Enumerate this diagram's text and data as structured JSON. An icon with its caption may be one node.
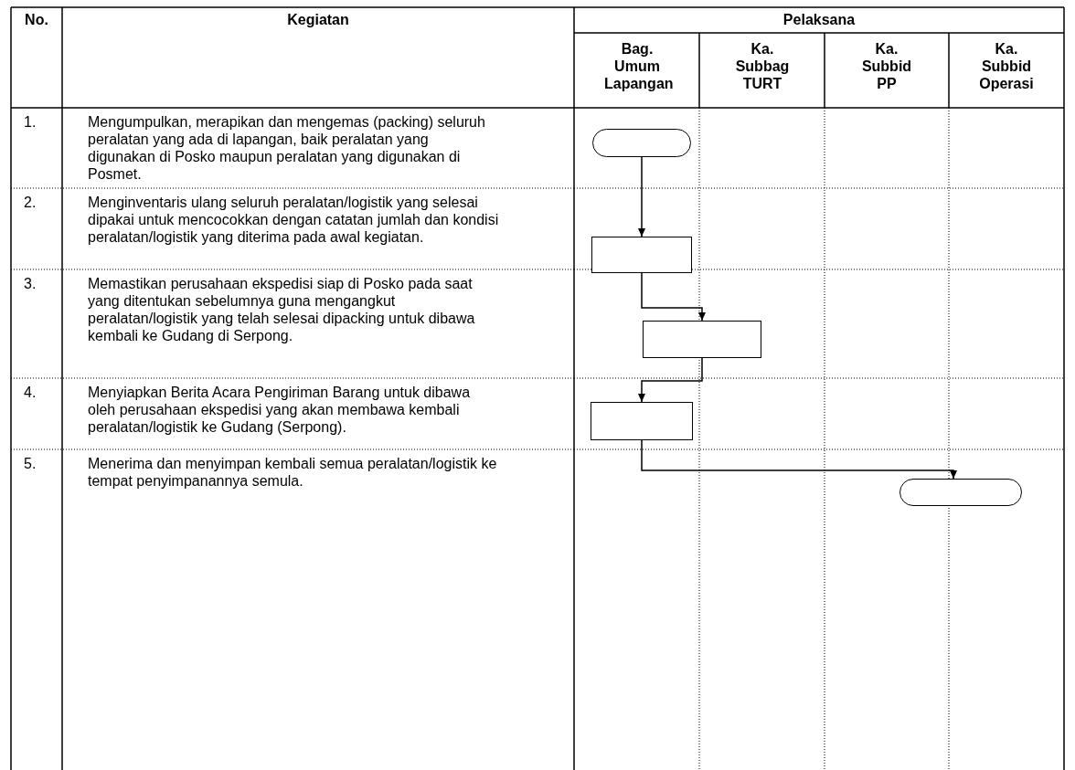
{
  "diagram": {
    "nodes": [
      {
        "text": [],
        "shape": "terminal"
      },
      {
        "text": [],
        "shape": "box"
      },
      {
        "text": [],
        "shape": "box"
      },
      {
        "text": [],
        "shape": "box"
      },
      {
        "text": [],
        "shape": "terminal"
      }
    ],
    "edges": [
      {
        "from": 0,
        "to": 1,
        "arrow": "to"
      },
      {
        "from": 1,
        "to": 2,
        "arrow": "to"
      },
      {
        "from": 2,
        "to": 3,
        "arrow": "to"
      },
      {
        "from": 3,
        "to": 4,
        "arrow": "to"
      }
    ],
    "labels": [
      "No.",
      "Kegiatan",
      "Pelaksana",
      "Bag. Umum Lapangan",
      "Ka. Subbag TURT",
      "Ka. Subbid PP",
      "Ka. Subbid Operasi",
      "1.",
      "Mengumpulkan, merapikan dan mengemas (packing) seluruh peralatan yang ada di lapangan, baik peralatan yang digunakan di Posko maupun peralatan yang digunakan di Posmet.",
      "2.",
      "Menginventaris ulang seluruh peralatan/logistik yang selesai dipakai untuk mencocokkan dengan catatan jumlah dan kondisi peralatan/logistik yang diterima pada awal kegiatan.",
      "3.",
      "Memastikan perusahaan ekspedisi siap di Posko pada saat yang ditentukan sebelumnya guna mengangkut peralatan/logistik yang telah selesai dipacking untuk dibawa kembali ke Gudang di Serpong.",
      "4.",
      "Menyiapkan Berita Acara Pengiriman Barang untuk dibawa oleh perusahaan ekspedisi yang akan membawa kembali peralatan/logistik ke Gudang (Serpong).",
      "5.",
      "Menerima dan menyimpan kembali semua peralatan/logistik ke tempat penyimpanannya semula."
    ]
  }
}
